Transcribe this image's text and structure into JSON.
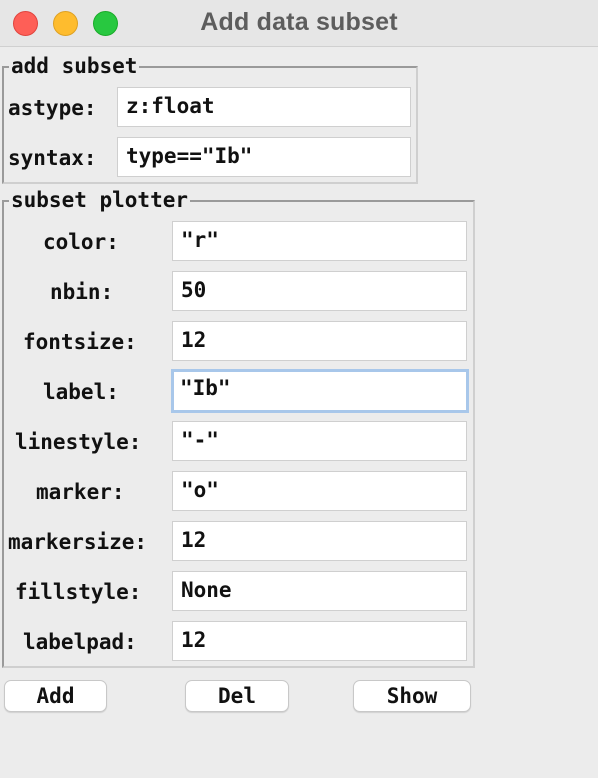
{
  "window": {
    "title": "Add data subset"
  },
  "add_subset": {
    "title": "add subset",
    "fields": [
      {
        "label": "astype:",
        "value": "z:float"
      },
      {
        "label": "syntax:",
        "value": "type==\"Ib\""
      }
    ]
  },
  "subset_plotter": {
    "title": "subset plotter",
    "fields": [
      {
        "label": "color:",
        "value": "\"r\""
      },
      {
        "label": "nbin:",
        "value": "50"
      },
      {
        "label": "fontsize:",
        "value": "12"
      },
      {
        "label": "label:",
        "value": "\"Ib\""
      },
      {
        "label": "linestyle:",
        "value": "\"-\""
      },
      {
        "label": "marker:",
        "value": "\"o\""
      },
      {
        "label": "markersize:",
        "value": "12"
      },
      {
        "label": "fillstyle:",
        "value": "None"
      },
      {
        "label": "labelpad:",
        "value": "12"
      }
    ]
  },
  "buttons": {
    "add": "Add",
    "del": "Del",
    "show": "Show"
  },
  "colors": {
    "focus_ring": "#a8c7ea",
    "close": "#fe5f57",
    "minimize": "#febc2e",
    "maximize": "#28c840"
  }
}
